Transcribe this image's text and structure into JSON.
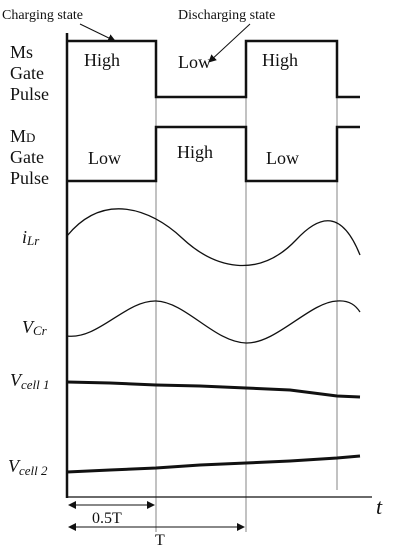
{
  "annotations": {
    "charging": "Charging state",
    "discharging": "Discharging state"
  },
  "rows": {
    "ms": {
      "line1": "Ms",
      "line2": "Gate",
      "line3": "Pulse"
    },
    "md": {
      "line1_main": "M",
      "line1_sub": "D",
      "line2": "Gate",
      "line3": "Pulse"
    },
    "ilr": {
      "main": "i",
      "sub": "Lr"
    },
    "vcr": {
      "main": "V",
      "sub": "Cr"
    },
    "vcell1": {
      "main": "V",
      "sub": "cell 1"
    },
    "vcell2": {
      "main": "V",
      "sub": "cell 2"
    }
  },
  "states": {
    "ms": [
      "High",
      "Low",
      "High"
    ],
    "md": [
      "Low",
      "High",
      "Low"
    ]
  },
  "timeline": {
    "axis_label": "t",
    "half_period": "0.5T",
    "period": "T"
  }
}
